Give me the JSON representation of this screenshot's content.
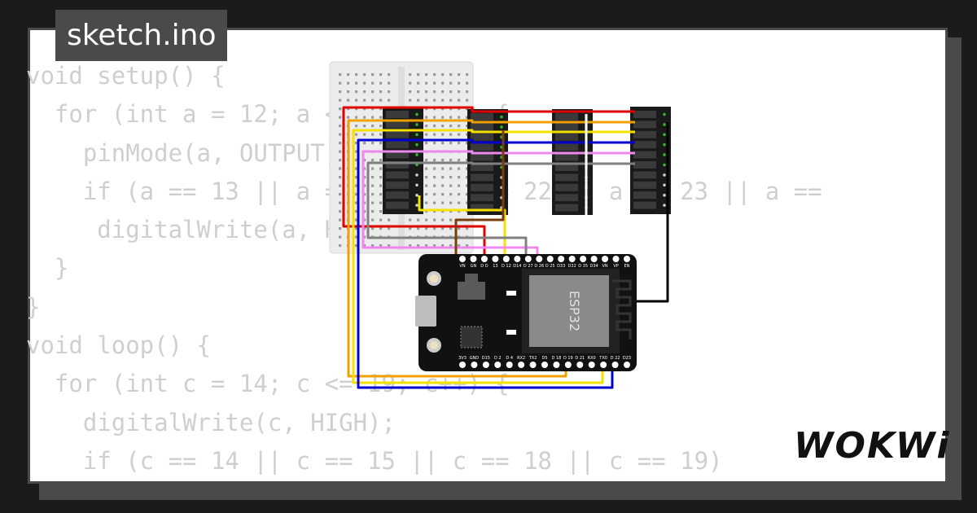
{
  "file_tab": {
    "label": "sketch.ino"
  },
  "code_lines": [
    "void setup() {",
    "  for (int a = 12; a <= 27; a++) {",
    "    pinMode(a, OUTPUT);",
    "    if (a == 13 || a == 21 || a == 22 || a == 23 || a ==",
    "     digitalWrite(a, HIGH);",
    "  }",
    "}",
    "void loop() {",
    "  for (int c = 14; c <= 19; c++) {",
    "    digitalWrite(c, HIGH);",
    "    if (c == 14 || c == 15 || c == 18 || c == 19)"
  ],
  "brand": {
    "logo_text": "WOKWi"
  },
  "board": {
    "chip_label": "ESP32",
    "top_pins": [
      "VN",
      "GN",
      "D D",
      "13",
      "D 12",
      "D14",
      "D 27",
      "D 26",
      "D 25",
      "D33",
      "D32",
      "D 35",
      "D34",
      "VN",
      "VP",
      "EN"
    ],
    "bottom_pins": [
      "3V3",
      "GND",
      "D15",
      "D 2",
      "D 4",
      "RX2",
      "TX2",
      "D5",
      "D 18",
      "D 19",
      "D 21",
      "RX0",
      "TX0",
      "D 22",
      "D23"
    ]
  },
  "colors": {
    "wire_red": "#e00000",
    "wire_orange": "#f0a000",
    "wire_yellow": "#f5e000",
    "wire_blue": "#0000d0",
    "wire_pink": "#ee88ee",
    "wire_gray": "#808080",
    "wire_brown": "#7a3d10",
    "wire_white": "#ffffff",
    "wire_black": "#000000",
    "board": "#111111",
    "led_bar": "#1a1a1a",
    "breadboard": "#ececec",
    "chip": "#8a8a8a"
  }
}
